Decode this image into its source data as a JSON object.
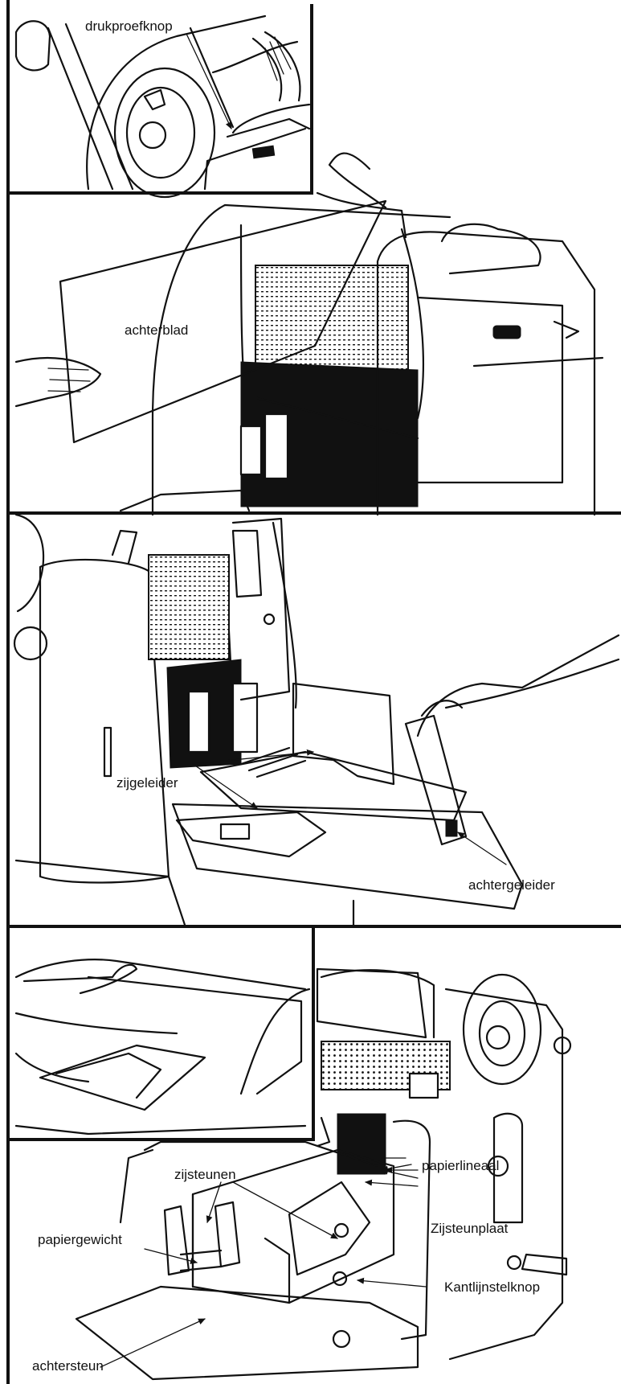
{
  "labels": {
    "drukproefknop": "drukproefknop",
    "achterblad": "achterblad",
    "zijgeleider": "zijgeleider",
    "achtergeleider": "achtergeleider",
    "zijsteunen": "zijsteunen",
    "papierlineaal": "papierlineaal",
    "papiergewicht": "papiergewicht",
    "zijsteunplaat": "Zijsteunplaat",
    "kantlijnstelknop": "Kantlijnstelknop",
    "achtersteun": "achtersteun"
  }
}
